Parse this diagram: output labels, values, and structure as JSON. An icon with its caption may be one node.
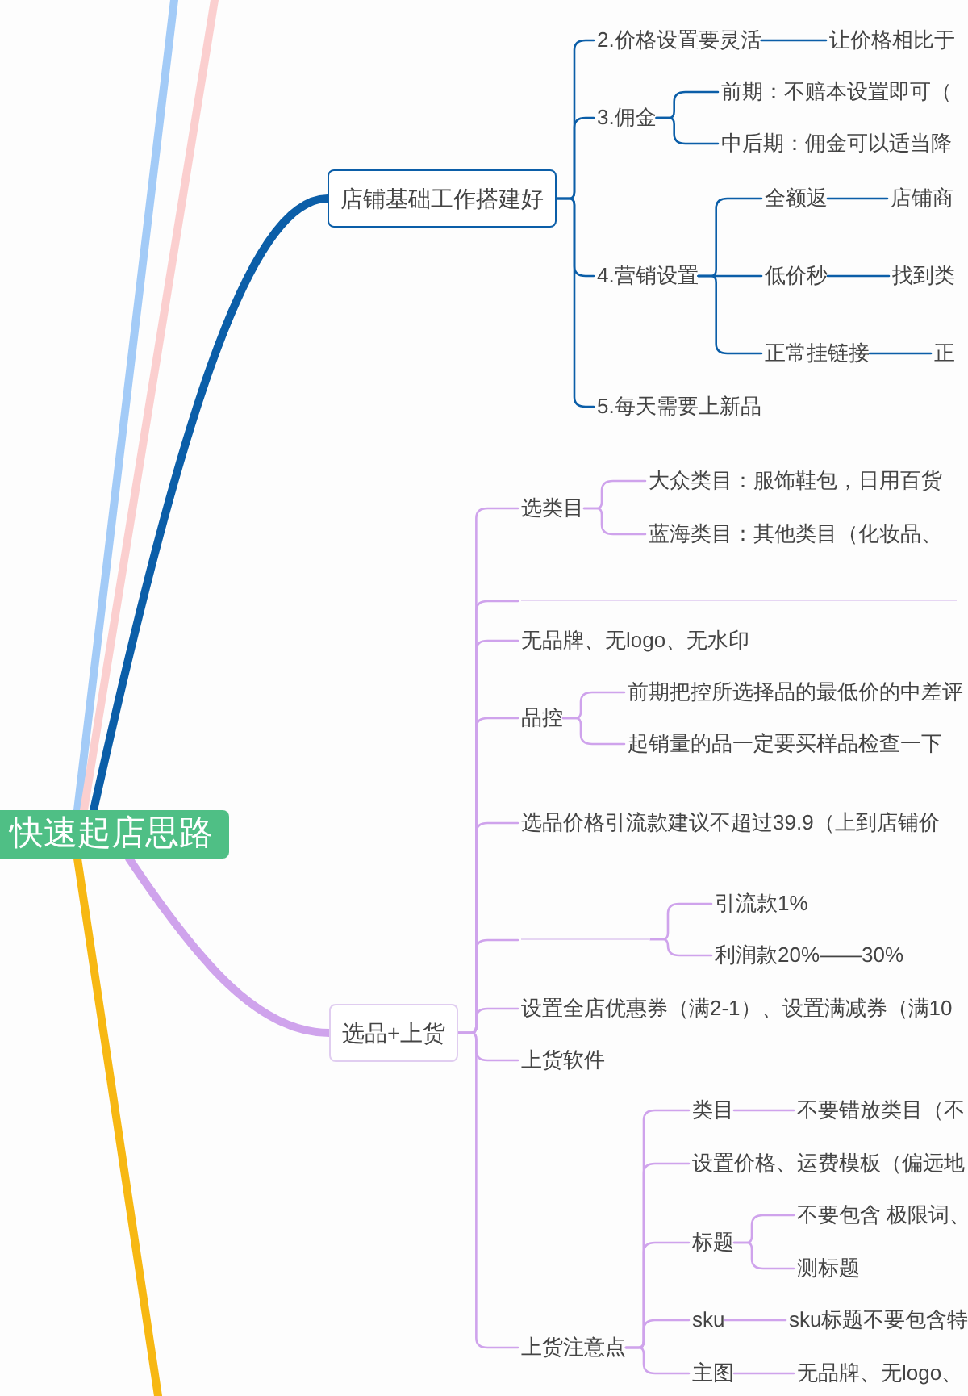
{
  "diagram": {
    "nodes": [
      {
        "text": [
          "快速起店思路"
        ]
      },
      {
        "text": [
          "店铺基础工作搭建好"
        ]
      },
      {
        "text": [
          "2.价格设置要灵活"
        ]
      },
      {
        "text": [
          "让价格相比于"
        ]
      },
      {
        "text": [
          "3.佣金"
        ]
      },
      {
        "text": [
          "前期：不赔本设置即可（"
        ]
      },
      {
        "text": [
          "中后期：佣金可以适当降"
        ]
      },
      {
        "text": [
          "4.营销设置"
        ]
      },
      {
        "text": [
          "全额返"
        ]
      },
      {
        "text": [
          "店铺商"
        ]
      },
      {
        "text": [
          "低价秒"
        ]
      },
      {
        "text": [
          "找到类"
        ]
      },
      {
        "text": [
          "正常挂链接"
        ]
      },
      {
        "text": [
          "正"
        ]
      },
      {
        "text": [
          "5.每天需要上新品"
        ]
      },
      {
        "text": [
          "选品+上货"
        ]
      },
      {
        "text": [
          "选类目"
        ]
      },
      {
        "text": [
          "大众类目：服饰鞋包，日用百货"
        ]
      },
      {
        "text": [
          "蓝海类目：其他类目（化妆品、"
        ]
      },
      {
        "text": [],
        "shape": "line"
      },
      {
        "text": [
          "无品牌、无logo、无水印"
        ]
      },
      {
        "text": [
          "品控"
        ]
      },
      {
        "text": [
          "前期把控所选择品的最低价的中差评"
        ]
      },
      {
        "text": [
          "起销量的品一定要买样品检查一下"
        ]
      },
      {
        "text": [
          "选品价格引流款建议不超过39.9（上到店铺价"
        ]
      },
      {
        "text": [],
        "shape": "line"
      },
      {
        "text": [
          "引流款1%"
        ]
      },
      {
        "text": [
          "利润款20%——30%"
        ]
      },
      {
        "text": [
          "设置全店优惠券（满2-1）、设置满减券（满10"
        ]
      },
      {
        "text": [
          "上货软件"
        ]
      },
      {
        "text": [
          "上货注意点"
        ]
      },
      {
        "text": [
          "类目"
        ]
      },
      {
        "text": [
          "不要错放类目（不"
        ]
      },
      {
        "text": [
          "设置价格、运费模板（偏远地"
        ]
      },
      {
        "text": [
          "标题"
        ]
      },
      {
        "text": [
          "不要包含 极限词、"
        ]
      },
      {
        "text": [
          "测标题"
        ]
      },
      {
        "text": [
          "sku"
        ]
      },
      {
        "text": [
          "sku标题不要包含特"
        ]
      },
      {
        "text": [
          "主图"
        ]
      },
      {
        "text": [
          "无品牌、无logo、"
        ]
      }
    ],
    "edges": [
      {
        "from": 0,
        "to": 1,
        "arrow": "none",
        "style": "thick",
        "color": "#0b5ea8"
      },
      {
        "from": 0,
        "to": 15,
        "arrow": "none",
        "style": "thick"
      },
      {
        "from": 1,
        "to": 2,
        "arrow": "none",
        "color": "#0b5ea8"
      },
      {
        "from": 1,
        "to": 4,
        "arrow": "none",
        "color": "#0b5ea8"
      },
      {
        "from": 1,
        "to": 7,
        "arrow": "none",
        "color": "#0b5ea8"
      },
      {
        "from": 1,
        "to": 14,
        "arrow": "none",
        "color": "#0b5ea8"
      },
      {
        "from": 2,
        "to": 3,
        "arrow": "none",
        "color": "#0b5ea8"
      },
      {
        "from": 4,
        "to": 5,
        "arrow": "none",
        "color": "#0b5ea8"
      },
      {
        "from": 4,
        "to": 6,
        "arrow": "none",
        "color": "#0b5ea8"
      },
      {
        "from": 7,
        "to": 8,
        "arrow": "none",
        "color": "#0b5ea8"
      },
      {
        "from": 7,
        "to": 10,
        "arrow": "none",
        "color": "#0b5ea8"
      },
      {
        "from": 7,
        "to": 12,
        "arrow": "none",
        "color": "#0b5ea8"
      },
      {
        "from": 8,
        "to": 9,
        "arrow": "none",
        "color": "#0b5ea8"
      },
      {
        "from": 10,
        "to": 11,
        "arrow": "none",
        "color": "#0b5ea8"
      },
      {
        "from": 12,
        "to": 13,
        "arrow": "none",
        "color": "#0b5ea8"
      },
      {
        "from": 15,
        "to": 16,
        "arrow": "none"
      },
      {
        "from": 15,
        "to": 19,
        "arrow": "none"
      },
      {
        "from": 15,
        "to": 20,
        "arrow": "none"
      },
      {
        "from": 15,
        "to": 21,
        "arrow": "none"
      },
      {
        "from": 15,
        "to": 24,
        "arrow": "none"
      },
      {
        "from": 15,
        "to": 25,
        "arrow": "none"
      },
      {
        "from": 15,
        "to": 28,
        "arrow": "none"
      },
      {
        "from": 15,
        "to": 29,
        "arrow": "none"
      },
      {
        "from": 15,
        "to": 30,
        "arrow": "none"
      },
      {
        "from": 16,
        "to": 17,
        "arrow": "none"
      },
      {
        "from": 16,
        "to": 18,
        "arrow": "none"
      },
      {
        "from": 21,
        "to": 22,
        "arrow": "none"
      },
      {
        "from": 21,
        "to": 23,
        "arrow": "none"
      },
      {
        "from": 25,
        "to": 26,
        "arrow": "none"
      },
      {
        "from": 25,
        "to": 27,
        "arrow": "none"
      },
      {
        "from": 30,
        "to": 31,
        "arrow": "none"
      },
      {
        "from": 30,
        "to": 33,
        "arrow": "none"
      },
      {
        "from": 30,
        "to": 34,
        "arrow": "none"
      },
      {
        "from": 30,
        "to": 37,
        "arrow": "none"
      },
      {
        "from": 30,
        "to": 39,
        "arrow": "none"
      },
      {
        "from": 31,
        "to": 32,
        "arrow": "none"
      },
      {
        "from": 34,
        "to": 35,
        "arrow": "none"
      },
      {
        "from": 34,
        "to": 36,
        "arrow": "none"
      },
      {
        "from": 37,
        "to": 38,
        "arrow": "none"
      },
      {
        "from": 39,
        "to": 40,
        "arrow": "none"
      },
      {
        "from": 0,
        "to": null,
        "arrow": "none",
        "style": "thick",
        "color": "#a3cbf7"
      },
      {
        "from": 0,
        "to": null,
        "arrow": "none",
        "style": "thick",
        "color": "#fbcfcf"
      },
      {
        "from": 0,
        "to": null,
        "arrow": "none",
        "style": "thick",
        "color": "#f7b813"
      }
    ]
  }
}
